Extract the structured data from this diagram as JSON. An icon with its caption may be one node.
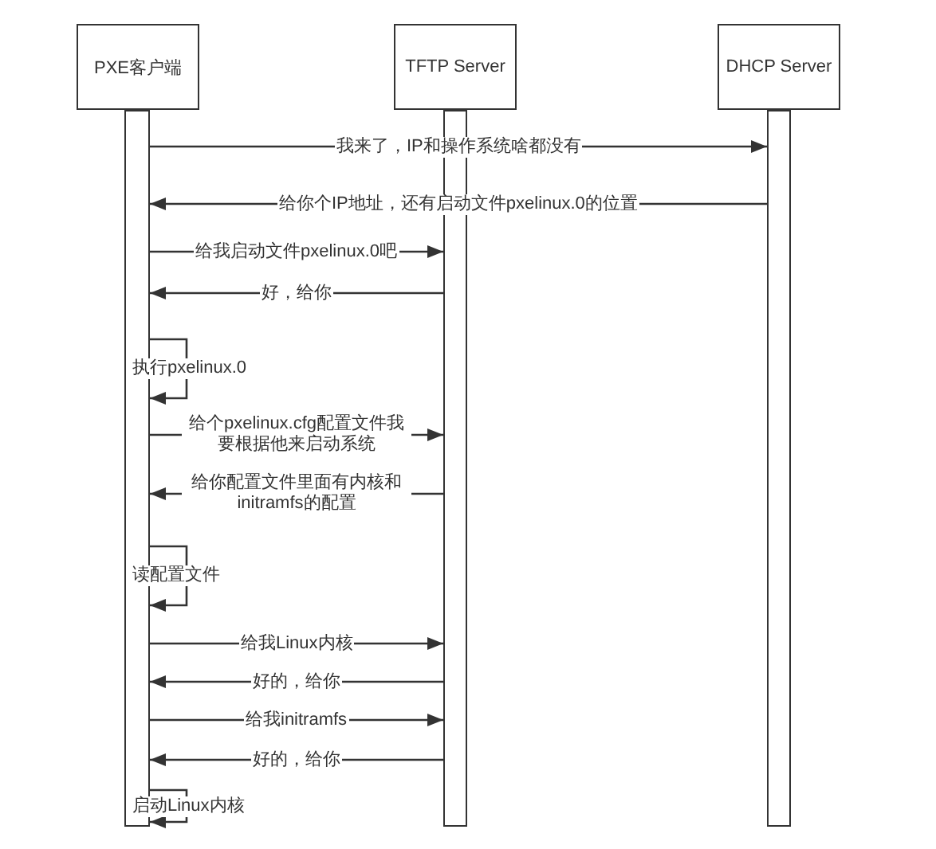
{
  "diagram": {
    "nodes": [
      {
        "text": [
          "PXE客户端"
        ]
      },
      {
        "text": [
          "TFTP Server"
        ]
      },
      {
        "text": [
          "DHCP Server"
        ]
      },
      {
        "text": [],
        "shape": "bar"
      },
      {
        "text": [],
        "shape": "bar"
      },
      {
        "text": [],
        "shape": "bar"
      }
    ],
    "edges": [
      {
        "from": 3,
        "to": 5,
        "arrow": "to",
        "label": "我来了，IP和操作系统啥都没有"
      },
      {
        "from": 5,
        "to": 3,
        "arrow": "to",
        "label": "给你个IP地址，还有启动文件pxelinux.0的位置"
      },
      {
        "from": 3,
        "to": 4,
        "arrow": "to",
        "label": "给我启动文件pxelinux.0吧"
      },
      {
        "from": 4,
        "to": 3,
        "arrow": "to",
        "label": "好，给你"
      },
      {
        "from": 3,
        "to": 3,
        "arrow": "to",
        "label": "执行pxelinux.0"
      },
      {
        "from": 3,
        "to": 4,
        "arrow": "to",
        "label": "给个pxelinux.cfg配置文件我要根据他来启动系统"
      },
      {
        "from": 4,
        "to": 3,
        "arrow": "to",
        "label": "给你配置文件里面有内核和initramfs的配置"
      },
      {
        "from": 3,
        "to": 3,
        "arrow": "to",
        "label": "读配置文件"
      },
      {
        "from": 3,
        "to": 4,
        "arrow": "to",
        "label": "给我Linux内核"
      },
      {
        "from": 4,
        "to": 3,
        "arrow": "to",
        "label": "好的，给你"
      },
      {
        "from": 3,
        "to": 4,
        "arrow": "to",
        "label": "给我initramfs"
      },
      {
        "from": 4,
        "to": 3,
        "arrow": "to",
        "label": "好的，给你"
      },
      {
        "from": 3,
        "to": 3,
        "arrow": "to",
        "label": "启动Linux内核"
      }
    ]
  }
}
